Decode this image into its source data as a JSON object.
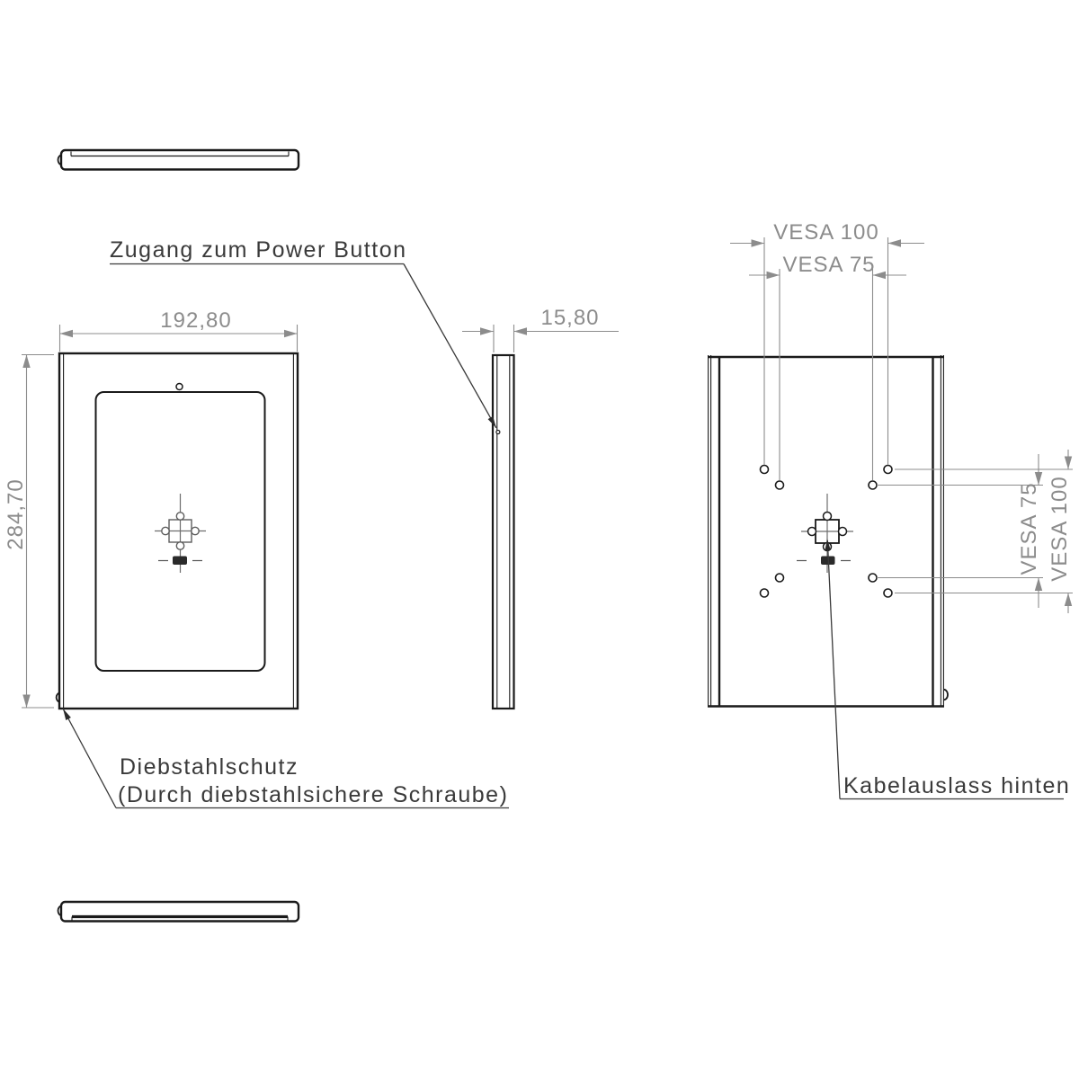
{
  "drawing": {
    "labels": {
      "power_button": "Zugang zum Power Button",
      "theft_protection_line1": "Diebstahlschutz",
      "theft_protection_line2": "(Durch diebstahlsichere Schraube)",
      "cable_outlet": "Kabelauslass hinten"
    },
    "dimensions": {
      "width": "192,80",
      "height": "284,70",
      "depth": "15,80",
      "vesa100": "VESA 100",
      "vesa75": "VESA 75"
    },
    "colors": {
      "object_line": "#1a1a1a",
      "dimension": "#8c8c8c",
      "label_text": "#3a3a3a",
      "background": "#ffffff"
    }
  }
}
